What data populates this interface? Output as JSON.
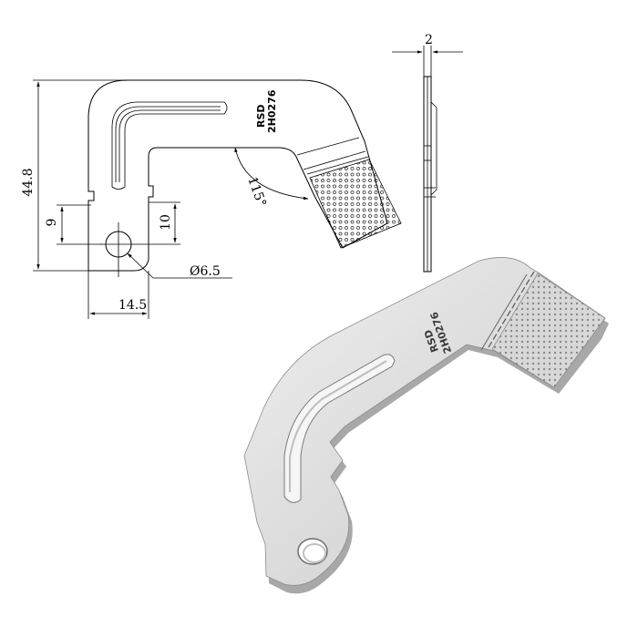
{
  "drawing": {
    "dimensions": {
      "height": "44.8",
      "hole_offset": "9",
      "tab_height": "10",
      "hole_diameter": "Ø6.5",
      "width": "14.5",
      "angle": "115°",
      "thickness": "2"
    },
    "engraving": {
      "line1": "RSD",
      "line2": "2H0276"
    }
  },
  "render": {
    "engraving": {
      "line1": "RSD",
      "line2": "2H0276"
    },
    "colors": {
      "metal_light": "#e4e4e4",
      "metal_mid": "#c9c9c9",
      "metal_dark": "#9a9a9a",
      "edge": "#6e6e6e"
    }
  }
}
